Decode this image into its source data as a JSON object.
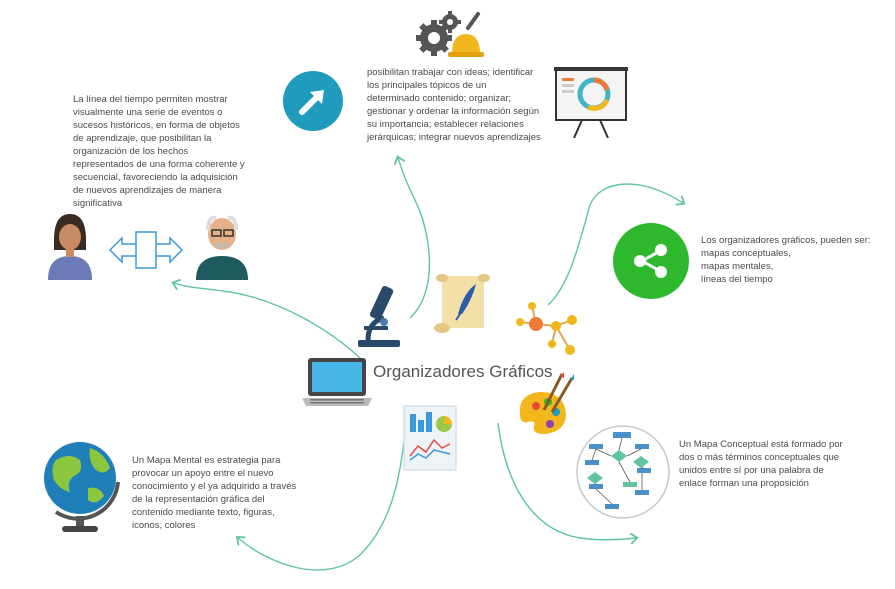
{
  "title": "Organizadores Gráficos",
  "texts": {
    "top": "posibilitan trabajar con ideas; identificar\nlos principales tópicos de un\ndeterminado contenido; organizar;\ngestionar y ordenar la información según\nsu importancia; establecer relaciones\njerárquicas; integrar nuevos aprendizajes",
    "timeline": "La línea del tiempo permiten mostrar\nvisualmente una serie de eventos o\nsucesos históricos, en forma de objetos\nde aprendizaje, que posibilitan la\norganización de los hechos\nrepresentados de una forma coherente y\nsecuencial, favoreciendo la adquisición\nde nuevos aprendizajes de manera\nsignificativa",
    "types": "Los organizadores gráficos, pueden ser:\nmapas conceptuales,\nmapas mentales,\nlíneas del tiempo",
    "mindmap": "Un Mapa Mental es estrategia para\nprovocar un apoyo entre el nuevo\nconocimiento y el ya adquirido a través\nde la representación gráfica del\ncontenido mediante texto, figuras,\niconos, colores",
    "conceptmap": "Un Mapa Conceptual está formado por\ndos o más términos conceptuales que\nunidos entre sí por una palabra de\nenlace forman una proposición"
  },
  "icons": [
    "gears-helmet-icon",
    "presentation-board-icon",
    "arrow-circle-icon",
    "people-exchange-icon",
    "share-icon",
    "microscope-icon",
    "scroll-quill-icon",
    "molecule-icon",
    "laptop-icon",
    "palette-icon",
    "report-icon",
    "globe-icon",
    "flowchart-icon"
  ],
  "colors": {
    "arrow_green": "#5fc4a0",
    "share_green": "#2eb82e",
    "arrow_blue": "#1f9bbd",
    "text": "#4a4a4a"
  }
}
